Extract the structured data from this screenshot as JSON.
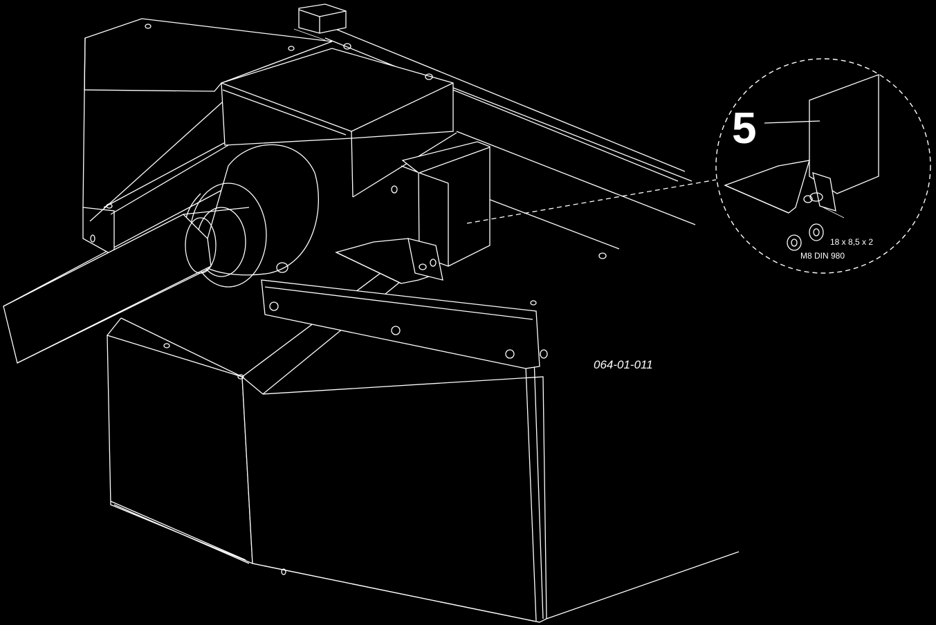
{
  "drawing": {
    "callout_number": "5",
    "washer_spec": "18 x 8,5 x 2",
    "nut_spec": "M8  DIN 980",
    "drawing_number": "064-01-011"
  },
  "colors": {
    "background": "#000000",
    "line": "#ffffff"
  }
}
